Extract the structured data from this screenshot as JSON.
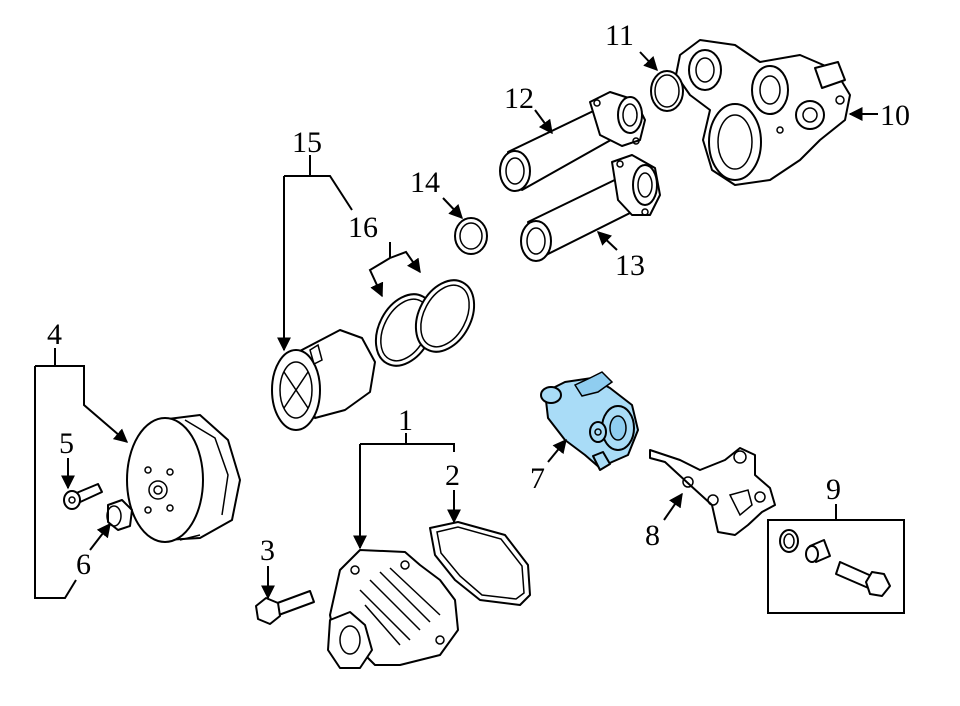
{
  "diagram": {
    "highlight_color": "#a9dcf7",
    "callouts": [
      {
        "id": "1",
        "text": "1"
      },
      {
        "id": "2",
        "text": "2"
      },
      {
        "id": "3",
        "text": "3"
      },
      {
        "id": "4",
        "text": "4"
      },
      {
        "id": "5",
        "text": "5"
      },
      {
        "id": "6",
        "text": "6"
      },
      {
        "id": "7",
        "text": "7"
      },
      {
        "id": "8",
        "text": "8"
      },
      {
        "id": "9",
        "text": "9"
      },
      {
        "id": "10",
        "text": "10"
      },
      {
        "id": "11",
        "text": "11"
      },
      {
        "id": "12",
        "text": "12"
      },
      {
        "id": "13",
        "text": "13"
      },
      {
        "id": "14",
        "text": "14"
      },
      {
        "id": "15",
        "text": "15"
      },
      {
        "id": "16",
        "text": "16"
      }
    ],
    "highlighted_part": "7"
  }
}
